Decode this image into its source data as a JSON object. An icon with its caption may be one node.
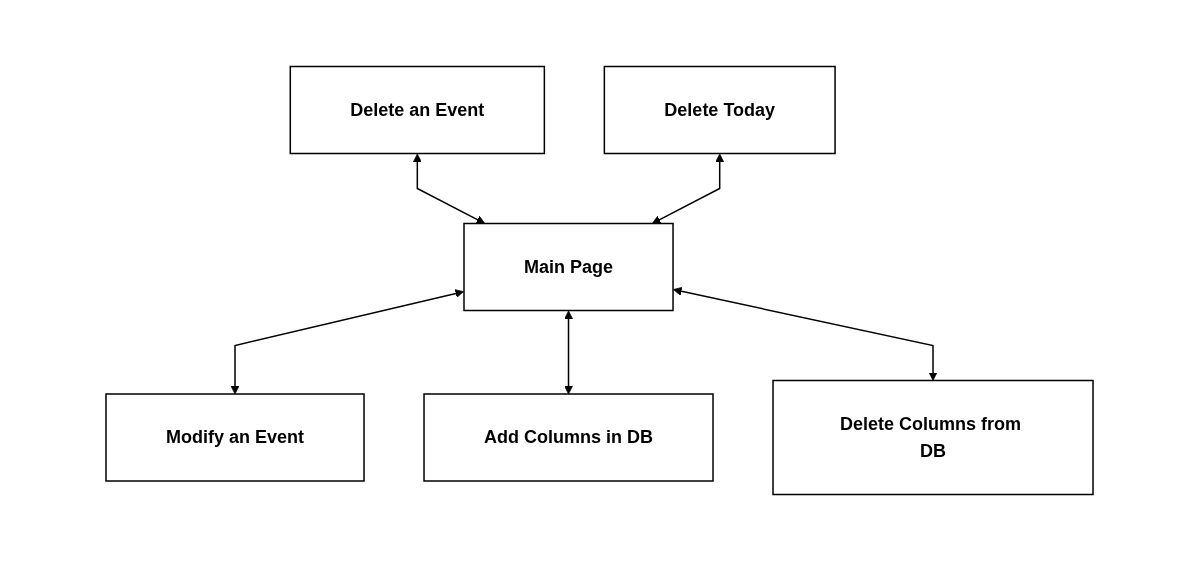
{
  "diagram": {
    "nodes": [
      {
        "text": [
          "Delete an Event"
        ]
      },
      {
        "text": [
          "Delete Today"
        ]
      },
      {
        "text": [
          "Main Page"
        ]
      },
      {
        "text": [
          "Modify an Event"
        ]
      },
      {
        "text": [
          "Add Columns in DB"
        ]
      },
      {
        "text": [
          "Delete Columns from DB"
        ]
      }
    ],
    "edges": [
      {
        "from": 0,
        "to": 2,
        "arrow": "both"
      },
      {
        "from": 1,
        "to": 2,
        "arrow": "both"
      },
      {
        "from": 2,
        "to": 3,
        "arrow": "both"
      },
      {
        "from": 2,
        "to": 4,
        "arrow": "both"
      },
      {
        "from": 2,
        "to": 5,
        "arrow": "both"
      }
    ]
  }
}
